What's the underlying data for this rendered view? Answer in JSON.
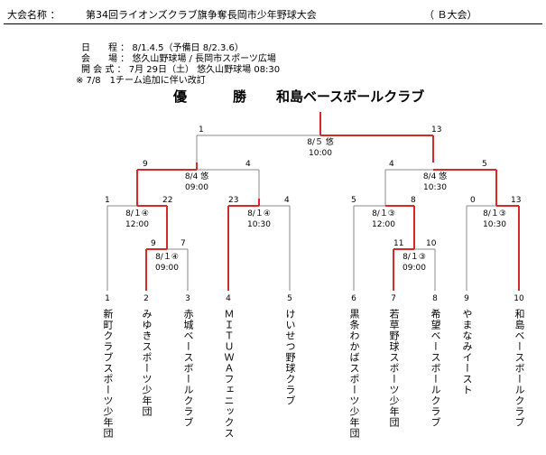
{
  "header": {
    "label": "大会名称 ：",
    "title": "第34回ライオンズクラブ旗争奪長岡市少年野球大会",
    "division": "（ Ｂ大会）"
  },
  "info": {
    "dates": "日　　程 ： 8/1.4.5（予備日 8/2.3.6）",
    "venue": "会　　場 ： 悠久山野球場 / 長岡市スポーツ広場",
    "opening": "開 会 式 ： 7月 29日（土） 悠久山野球場 08:30",
    "note": "※ 7/8　1チーム追加に伴い改訂"
  },
  "champion": {
    "label1": "優",
    "label2": "勝",
    "team": "和島ベースボールクラブ"
  },
  "matches": {
    "final": {
      "date": "8/５ 悠",
      "time": "10:00",
      "left": "1",
      "right": "13"
    },
    "semi_left": {
      "date": "8/4 悠",
      "time": "09:00",
      "left": "9",
      "right": "4"
    },
    "semi_right": {
      "date": "8/4 悠",
      "time": "10:30",
      "left": "4",
      "right": "5"
    },
    "q1": {
      "date": "8/１④",
      "time": "12:00",
      "left": "1",
      "right": "22"
    },
    "q2": {
      "date": "8/１④",
      "time": "10:30",
      "left": "23",
      "right": "4"
    },
    "q3": {
      "date": "8/１③",
      "time": "12:00",
      "left": "5",
      "right": "8"
    },
    "q4": {
      "date": "8/１③",
      "time": "10:30",
      "left": "0",
      "right": "13"
    },
    "r1_left": {
      "date": "8/１④",
      "time": "09:00",
      "left": "9",
      "right": "7"
    },
    "r1_right": {
      "date": "8/１③",
      "time": "09:00",
      "left": "11",
      "right": "10"
    }
  },
  "teams": [
    {
      "no": "1",
      "name": "新町クラブスポーツ少年団"
    },
    {
      "no": "2",
      "name": "みゆきスポーツ少年団"
    },
    {
      "no": "3",
      "name": "赤城ベースボールクラブ"
    },
    {
      "no": "4",
      "name": "ＭＩＴＵＷＡフェニックス"
    },
    {
      "no": "5",
      "name": "けいせつ野球クラブ"
    },
    {
      "no": "6",
      "name": "黒条わかばスポーツ少年団"
    },
    {
      "no": "7",
      "name": "若草野球スポーツ少年団"
    },
    {
      "no": "8",
      "name": "希望ベースボールクラブ"
    },
    {
      "no": "9",
      "name": "やまなみイースト"
    },
    {
      "no": "10",
      "name": "和島ベースボールクラブ"
    }
  ]
}
